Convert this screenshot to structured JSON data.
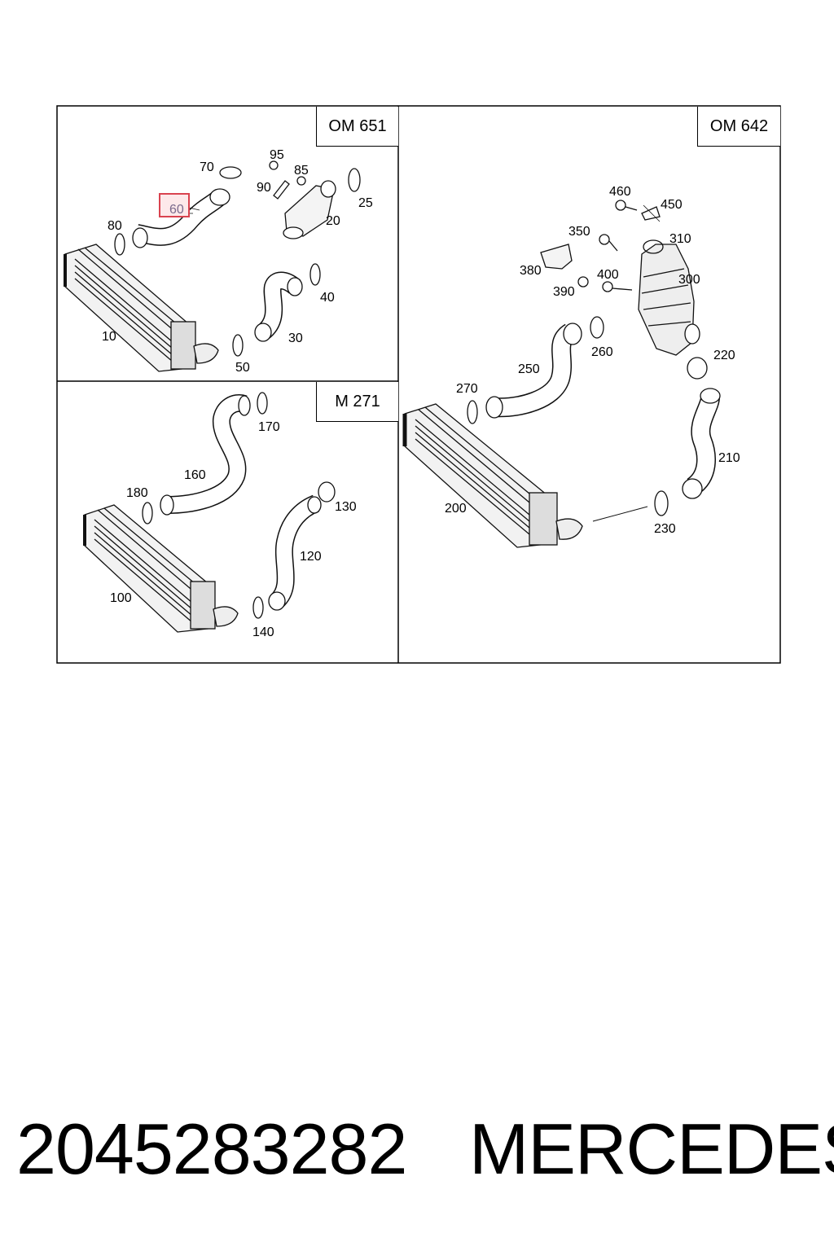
{
  "panels": [
    {
      "id": "om651",
      "tag": "OM 651"
    },
    {
      "id": "om642",
      "tag": "OM 642"
    },
    {
      "id": "m271",
      "tag": "M 271"
    }
  ],
  "callouts": {
    "om651": [
      "95",
      "70",
      "85",
      "90",
      "25",
      "60",
      "20",
      "80",
      "40",
      "10",
      "30",
      "50"
    ],
    "m271": [
      "170",
      "160",
      "180",
      "130",
      "120",
      "100",
      "140"
    ],
    "om642": [
      "460",
      "450",
      "350",
      "310",
      "380",
      "400",
      "300",
      "390",
      "260",
      "220",
      "250",
      "270",
      "210",
      "200",
      "230"
    ]
  },
  "highlighted_callout": "60",
  "highlight_color": "#d9434f",
  "footer": {
    "part_number": "2045283282",
    "brand": "MERCEDES"
  }
}
